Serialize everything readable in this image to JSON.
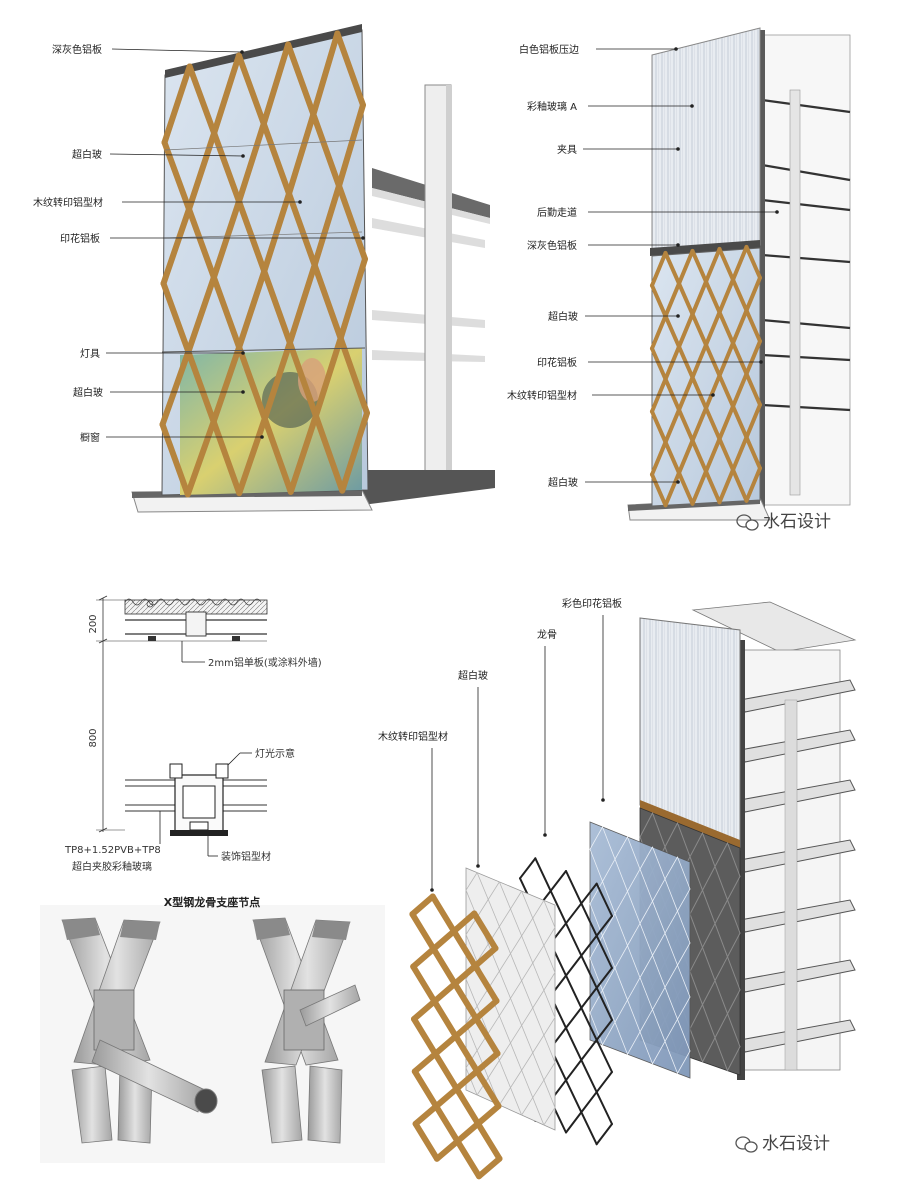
{
  "panel_a": {
    "labels": [
      "深灰色铝板",
      "超白玻",
      "木纹转印铝型材",
      "印花铝板",
      "灯具",
      "超白玻",
      "橱窗"
    ]
  },
  "panel_b": {
    "labels": [
      "白色铝板压边",
      "彩釉玻璃 A",
      "夹具",
      "后勤走道",
      "深灰色铝板",
      "超白玻",
      "印花铝板",
      "木纹转印铝型材",
      "超白玻"
    ]
  },
  "panel_c": {
    "dim_top": "200",
    "dim_mid": "800",
    "notes": [
      "2mm铝单板(或涂料外墙)",
      "灯光示意",
      "装饰铝型材"
    ],
    "glass_spec_line1": "TP8+1.52PVB+TP8",
    "glass_spec_line2": "超白夹胶彩釉玻璃"
  },
  "panel_d": {
    "labels": [
      "彩色印花铝板",
      "龙骨",
      "超白玻",
      "木纹转印铝型材"
    ]
  },
  "panel_e": {
    "title": "X型钢龙骨支座节点"
  },
  "watermark": "水石设计",
  "colors": {
    "wood": "#b5843e",
    "glass": "#c9d7e6",
    "steel": "#c4c4c4",
    "dark_panel": "#5c5c5c"
  }
}
